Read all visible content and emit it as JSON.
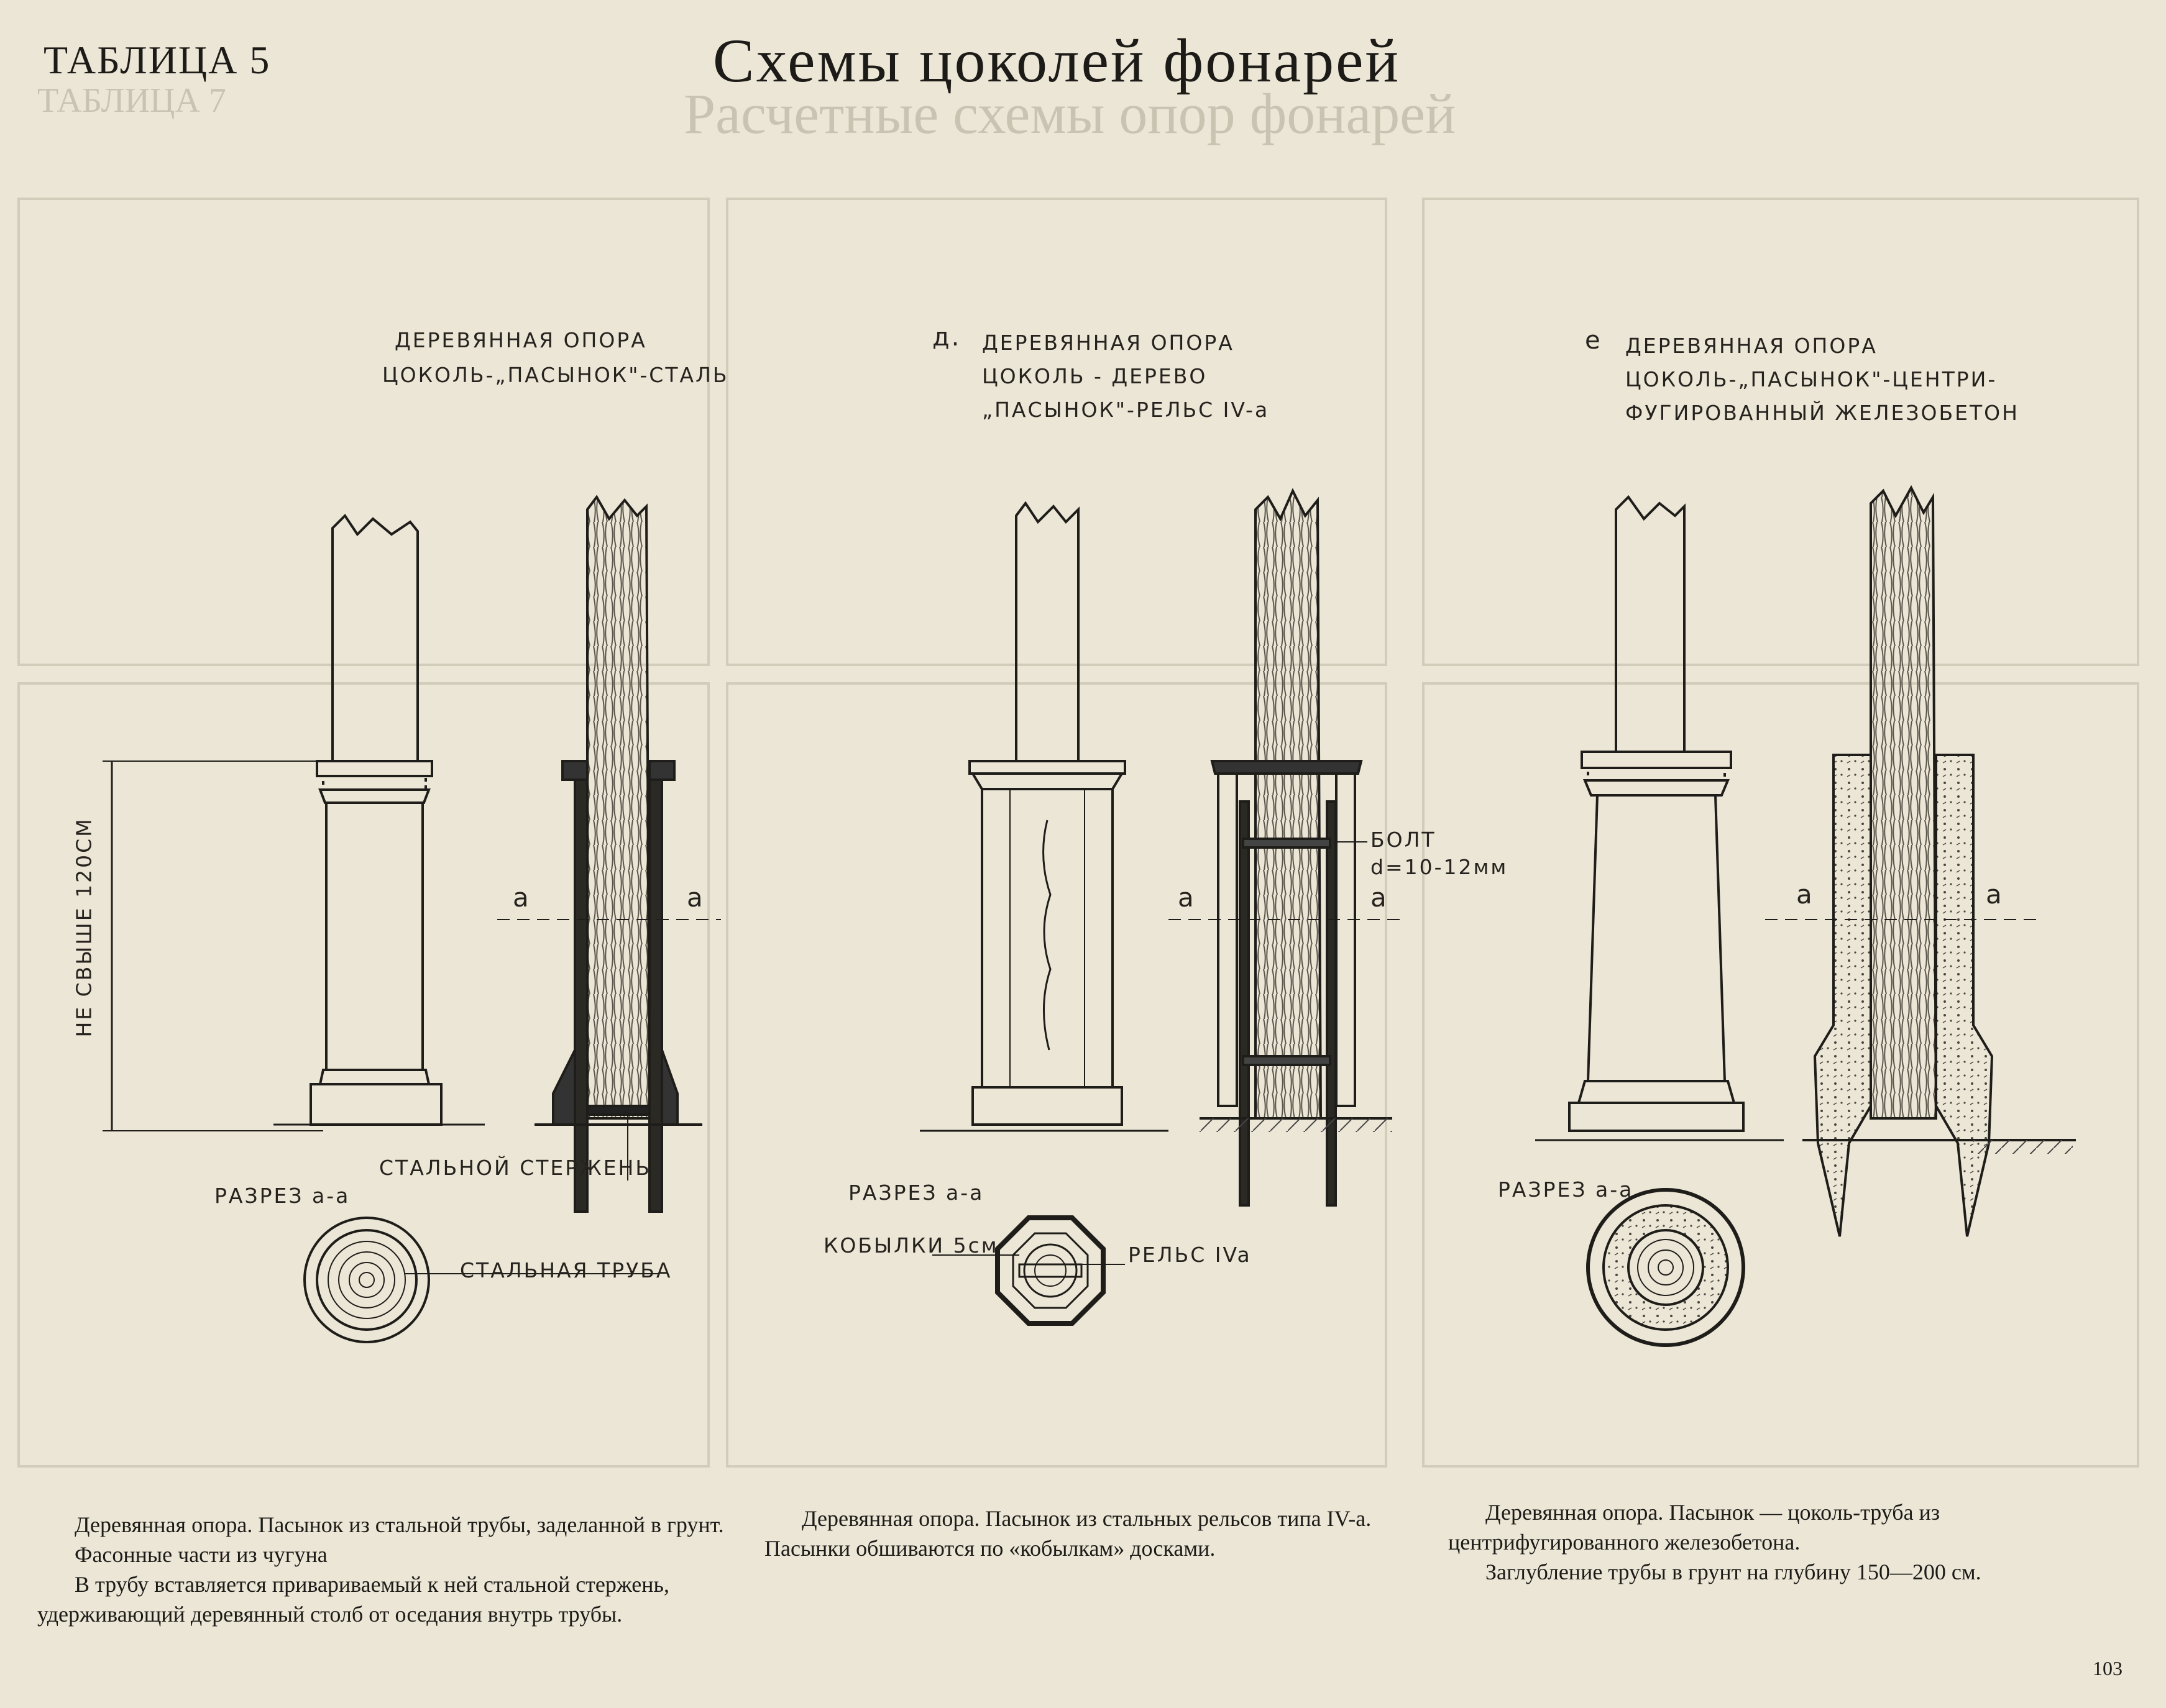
{
  "header": {
    "table_label": "ТАБЛИЦА 5",
    "title": "Схемы цоколей фонарей"
  },
  "bleed_through": {
    "title": "Расчетные схемы опор фонарей",
    "table_label": "ТАБЛИЦА 7"
  },
  "panels": [
    {
      "id": "left",
      "heading": [
        "ДЕРЕВЯННАЯ ОПОРА",
        "ЦОКОЛЬ-„ПАСЫНОК\"-СТАЛЬ"
      ],
      "height_label": "НЕ СВЫШЕ 120СМ",
      "section_marks": [
        "a",
        "a"
      ],
      "callout_rod": "СТАЛЬНОЙ СТЕРЖЕНЬ",
      "section_title": "РАЗРЕЗ a-a",
      "callout_pipe": "СТАЛЬНАЯ ТРУБА",
      "caption": [
        "Деревянная опора. Пасынок из стальной трубы, заделанной в грунт.",
        "Фасонные части из чугуна",
        "В трубу вставляется привариваемый к ней стальной стержень, удерживающий деревянный столб от оседания внутрь трубы."
      ]
    },
    {
      "id": "middle",
      "letter": "д.",
      "heading": [
        "ДЕРЕВЯННАЯ ОПОРА",
        "ЦОКОЛЬ - ДЕРЕВО",
        "„ПАСЫНОК\"-РЕЛЬС IV-a"
      ],
      "bolt_label": [
        "БОЛТ",
        "d=10-12мм"
      ],
      "section_marks": [
        "a",
        "a"
      ],
      "section_title": "РАЗРЕЗ a-a",
      "callout_blocks": "КОБЫЛКИ 5см",
      "callout_rail": "РЕЛЬС IVa",
      "caption": [
        "Деревянная опора. Пасынок из стальных рельсов типа IV-a. Пасынки обшиваются по «кобылкам» досками."
      ]
    },
    {
      "id": "right",
      "letter": "е",
      "heading": [
        "ДЕРЕВЯННАЯ ОПОРА",
        "ЦОКОЛЬ-„ПАСЫНОК\"-ЦЕНТРИ-",
        "ФУГИРОВАННЫЙ ЖЕЛЕЗОБЕТОН"
      ],
      "section_marks": [
        "a",
        "a"
      ],
      "section_title": "РАЗРЕЗ a-a",
      "caption": [
        "Деревянная опора. Пасынок — цоколь-труба из центрифугированного железобетона.",
        "Заглубление трубы в грунт на глубину 150—200 см."
      ]
    }
  ],
  "page_number": "103"
}
